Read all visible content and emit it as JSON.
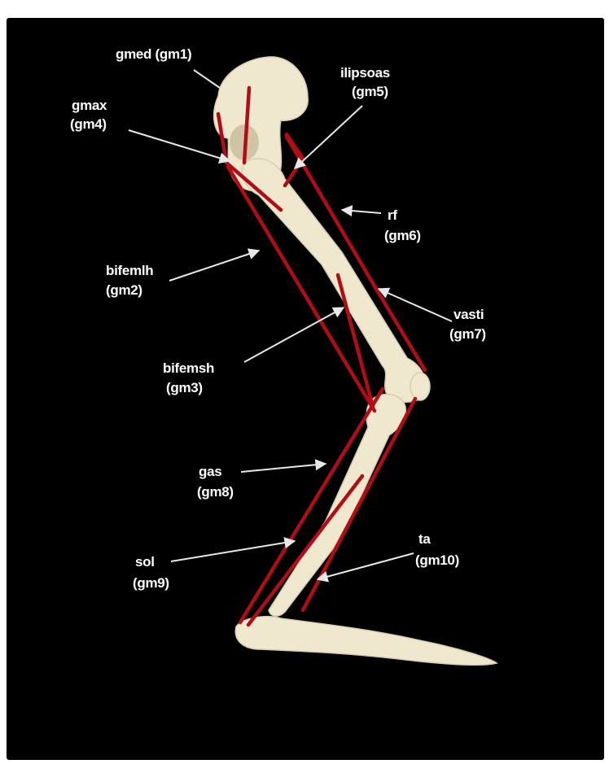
{
  "labels": {
    "gmed": {
      "line1": "gmed (gm1)"
    },
    "gmax": {
      "line1": "gmax",
      "line2": "(gm4)"
    },
    "iliopsoas": {
      "line1": "ilipsoas",
      "line2": "(gm5)"
    },
    "rf": {
      "line1": "rf",
      "line2": "(gm6)"
    },
    "bifemlh": {
      "line1": "bifemlh",
      "line2": "(gm2)"
    },
    "vasti": {
      "line1": "vasti",
      "line2": "(gm7)"
    },
    "bifemsh": {
      "line1": "bifemsh",
      "line2": "(gm3)"
    },
    "gas": {
      "line1": "gas",
      "line2": "(gm8)"
    },
    "sol": {
      "line1": "sol",
      "line2": "(gm9)"
    },
    "ta": {
      "line1": "ta",
      "line2": "(gm10)"
    }
  },
  "colors": {
    "background": "#000000",
    "muscle": "#b00d16",
    "bone": "#efe8cf",
    "label": "#ffffff"
  }
}
